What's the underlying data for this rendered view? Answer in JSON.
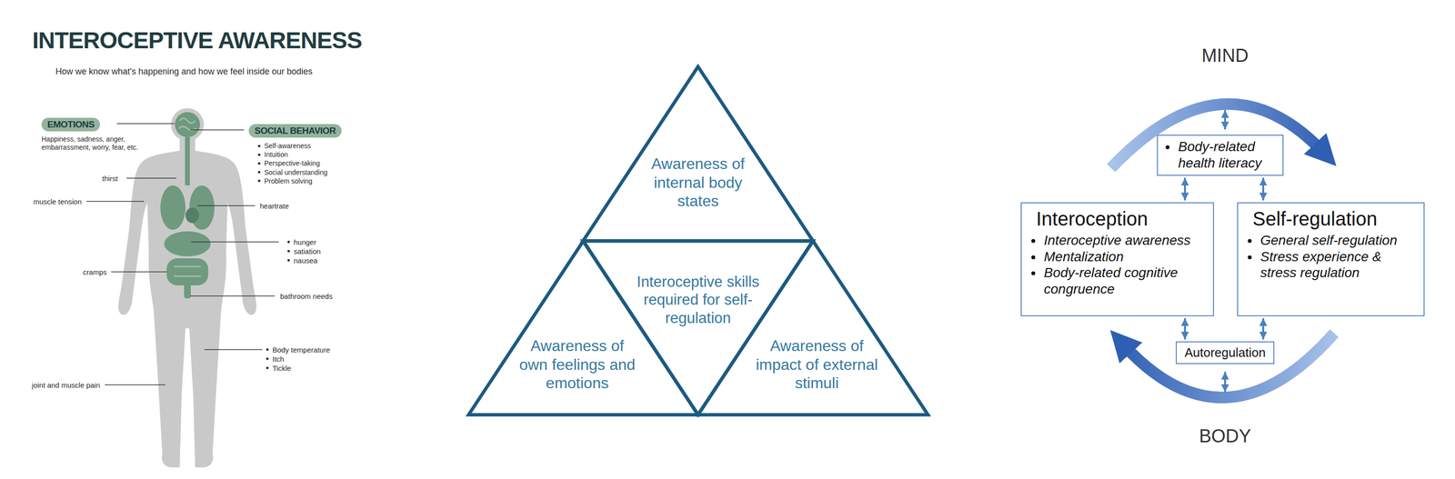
{
  "diagram": {
    "title": "INTEROCEPTIVE AWARENESS",
    "nodes": [
      {
        "text": [
          "EMOTIONS",
          "Happiness, sadness, anger, embarrassment, worry, fear, etc."
        ]
      },
      {
        "text": [
          "SOCIAL BEHAVIOR",
          "Self-awareness",
          "Intuition",
          "Perspective-taking",
          "Social understanding",
          "Problem solving"
        ]
      },
      {
        "text": [
          "Awareness of internal body states"
        ]
      },
      {
        "text": [
          "Interoceptive skills required for self-regulation"
        ]
      },
      {
        "text": [
          "Awareness of own feelings and emotions"
        ]
      },
      {
        "text": [
          "Awareness of impact of external stimuli"
        ]
      },
      {
        "text": [
          "Body-related health literacy"
        ]
      },
      {
        "text": [
          "Interoception",
          "Interoceptive awareness",
          "Mentalization",
          "Body-related cognitive congruence"
        ]
      },
      {
        "text": [
          "Self-regulation",
          "General self-regulation",
          "Stress experience & stress regulation"
        ]
      },
      {
        "text": [
          "Autoregulation"
        ]
      }
    ],
    "edges": [
      {
        "from": 6,
        "to": 7,
        "arrow": "both"
      },
      {
        "from": 6,
        "to": 8,
        "arrow": "both"
      },
      {
        "from": 7,
        "to": 9,
        "arrow": "both"
      },
      {
        "from": 8,
        "to": 9,
        "arrow": "both"
      }
    ],
    "labels": [
      "How we know what's happening and how we feel inside our bodies",
      "thirst",
      "muscle tension",
      "heartrate",
      "hunger",
      "satiation",
      "nausea",
      "cramps",
      "bathroom needs",
      "Body temperature",
      "Itch",
      "Tickle",
      "joint and muscle pain",
      "MIND",
      "BODY"
    ]
  }
}
